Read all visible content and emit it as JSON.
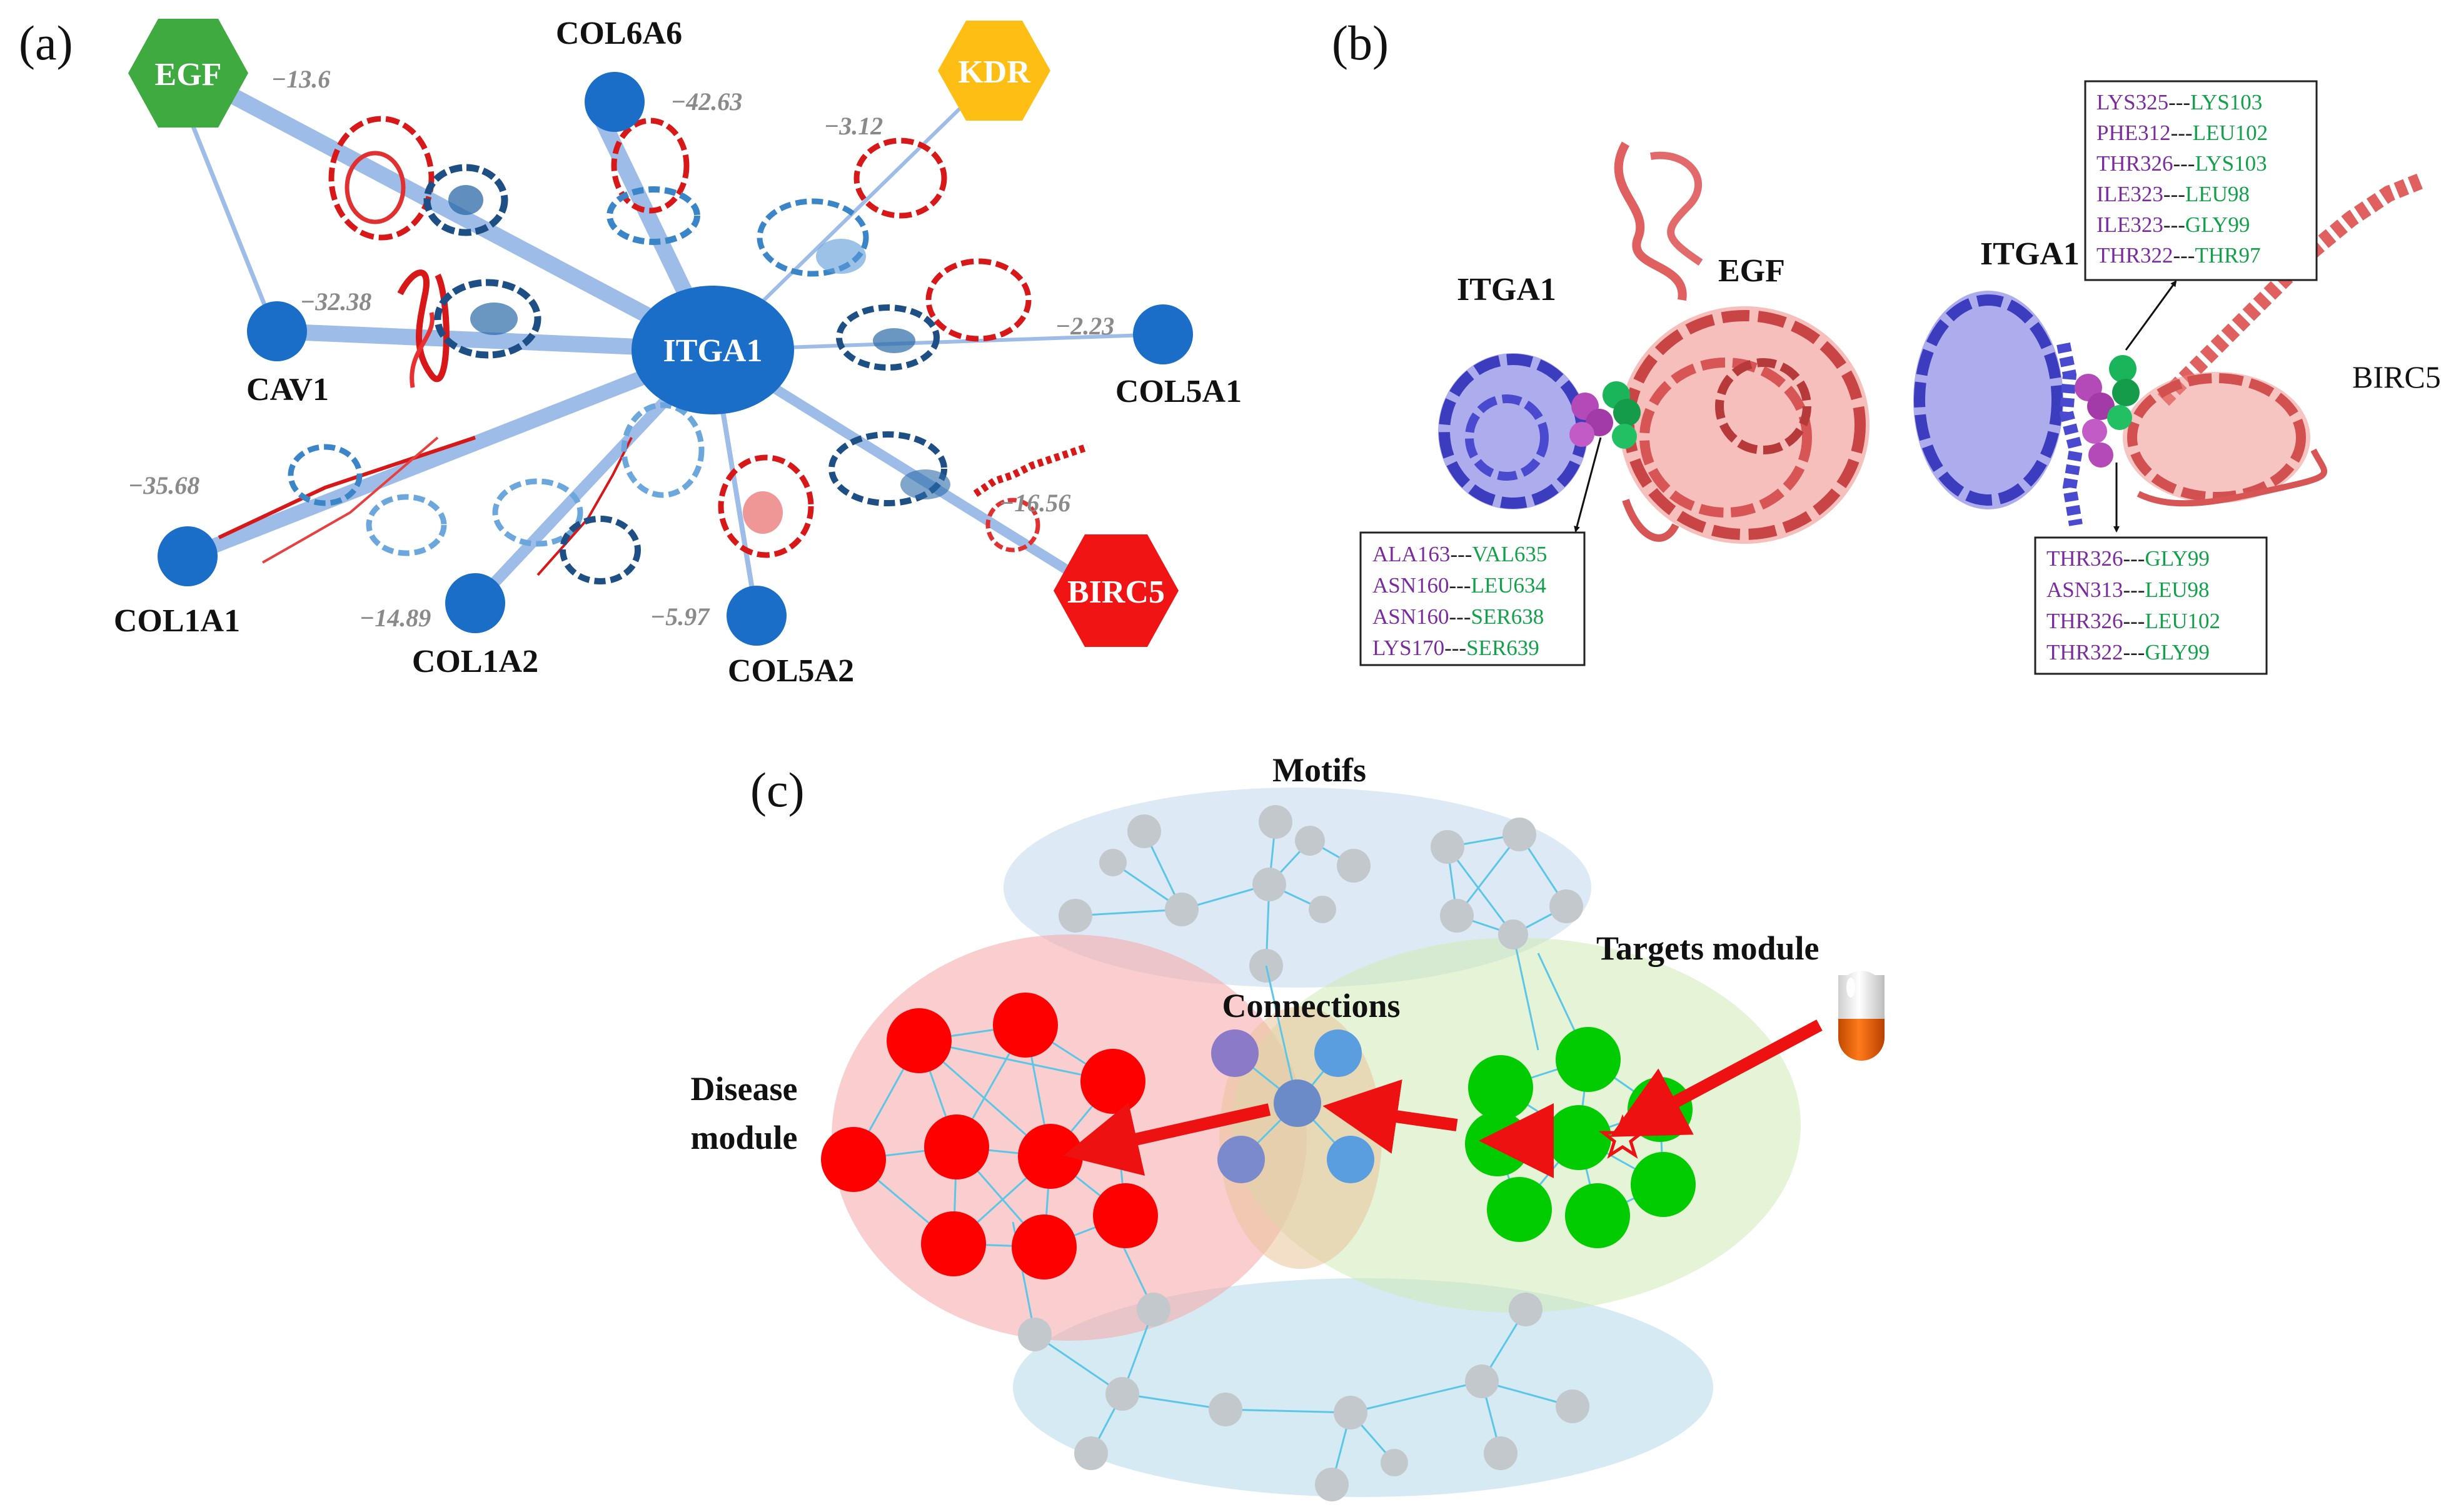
{
  "panels": {
    "a": "(a)",
    "b": "(b)",
    "c": "(c)"
  },
  "panel_a": {
    "hub": "ITGA1",
    "nodes": [
      {
        "name": "EGF",
        "score": "−13.6",
        "shape": "hexagon",
        "color": "#3faa3f"
      },
      {
        "name": "KDR",
        "score": "−3.12",
        "shape": "hexagon",
        "color": "#ffbe14"
      },
      {
        "name": "BIRC5",
        "score": "−16.56",
        "shape": "hexagon",
        "color": "#f01414"
      },
      {
        "name": "COL6A6",
        "score": "−42.63",
        "shape": "circle",
        "color": "#1a6ec8"
      },
      {
        "name": "CAV1",
        "score": "−32.38",
        "shape": "circle",
        "color": "#1a6ec8"
      },
      {
        "name": "COL5A1",
        "score": "−2.23",
        "shape": "circle",
        "color": "#1a6ec8"
      },
      {
        "name": "COL1A1",
        "score": "−35.68",
        "shape": "circle",
        "color": "#1a6ec8"
      },
      {
        "name": "COL1A2",
        "score": "−14.89",
        "shape": "circle",
        "color": "#1a6ec8"
      },
      {
        "name": "COL5A2",
        "score": "−5.97",
        "shape": "circle",
        "color": "#1a6ec8"
      }
    ]
  },
  "panel_b": {
    "left": {
      "protein1": "ITGA1",
      "protein2": "EGF",
      "pairs": [
        {
          "a": "ALA163",
          "b": "VAL635"
        },
        {
          "a": "ASN160",
          "b": "LEU634"
        },
        {
          "a": "ASN160",
          "b": "SER638"
        },
        {
          "a": "LYS170",
          "b": "SER639"
        }
      ]
    },
    "right": {
      "protein1": "ITGA1",
      "protein2": "BIRC5",
      "pairs_top": [
        {
          "a": "LYS325",
          "b": "LYS103"
        },
        {
          "a": "PHE312",
          "b": "LEU102"
        },
        {
          "a": "THR326",
          "b": "LYS103"
        },
        {
          "a": "ILE323",
          "b": "LEU98"
        },
        {
          "a": "ILE323",
          "b": "GLY99"
        },
        {
          "a": "THR322",
          "b": "THR97"
        }
      ],
      "pairs_bottom": [
        {
          "a": "THR326",
          "b": "GLY99"
        },
        {
          "a": "ASN313",
          "b": "LEU98"
        },
        {
          "a": "THR326",
          "b": "LEU102"
        },
        {
          "a": "THR322",
          "b": "GLY99"
        }
      ]
    },
    "separator": "---",
    "colors": {
      "residue_a": "#7a2c9e",
      "residue_b": "#12a04b"
    }
  },
  "panel_c": {
    "motifs": "Motifs",
    "targets": "Targets module",
    "connections": "Connections",
    "disease_line1": "Disease",
    "disease_line2": "module",
    "colors": {
      "disease": "#ff0000",
      "target": "#00cc00",
      "connection": "#5b8fd6",
      "background_node": "#c3c8cc",
      "arrow": "#ee1111"
    }
  }
}
